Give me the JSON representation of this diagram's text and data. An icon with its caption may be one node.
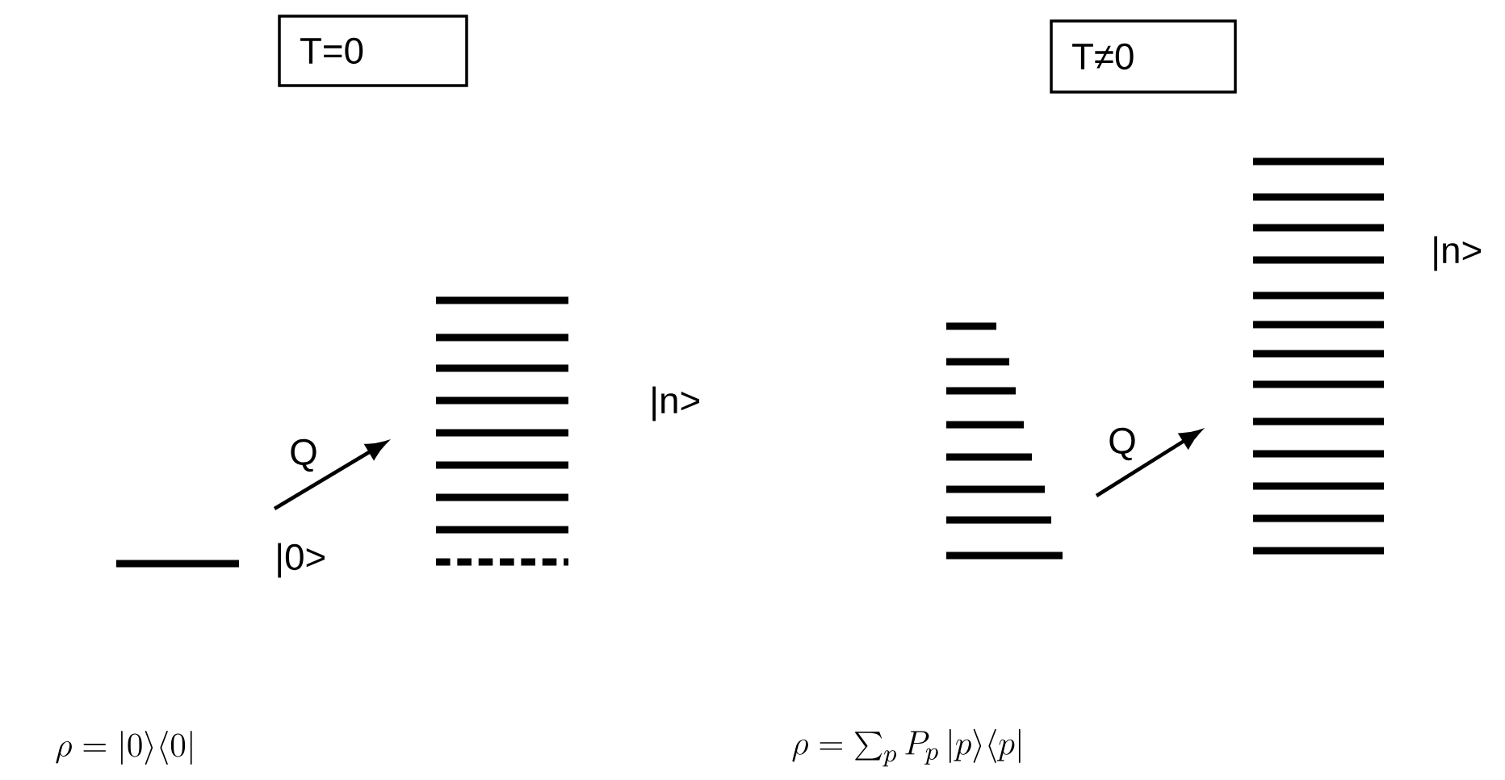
{
  "diagram": {
    "nodes": [
      {
        "text": [
          "T=0"
        ]
      },
      {
        "text": [
          "T≠0"
        ]
      },
      {
        "text": [],
        "shape": "bar",
        "beside": [
          "|0>"
        ]
      },
      {
        "text": [],
        "shape": "bar",
        "beside": [
          "|n>"
        ]
      },
      {
        "text": [],
        "shape": "bar"
      },
      {
        "text": [],
        "shape": "bar",
        "beside": [
          "|n>"
        ]
      }
    ],
    "edges": [
      {
        "from": 2,
        "to": 3,
        "arrow": "to",
        "label": "Q"
      },
      {
        "from": 4,
        "to": 5,
        "arrow": "to",
        "label": "Q"
      }
    ],
    "labels": [
      "\\rho = |0\\rangle\\langle 0|",
      "\\rho = \\sum_p P_p\\, |p\\rangle\\langle p|"
    ]
  }
}
